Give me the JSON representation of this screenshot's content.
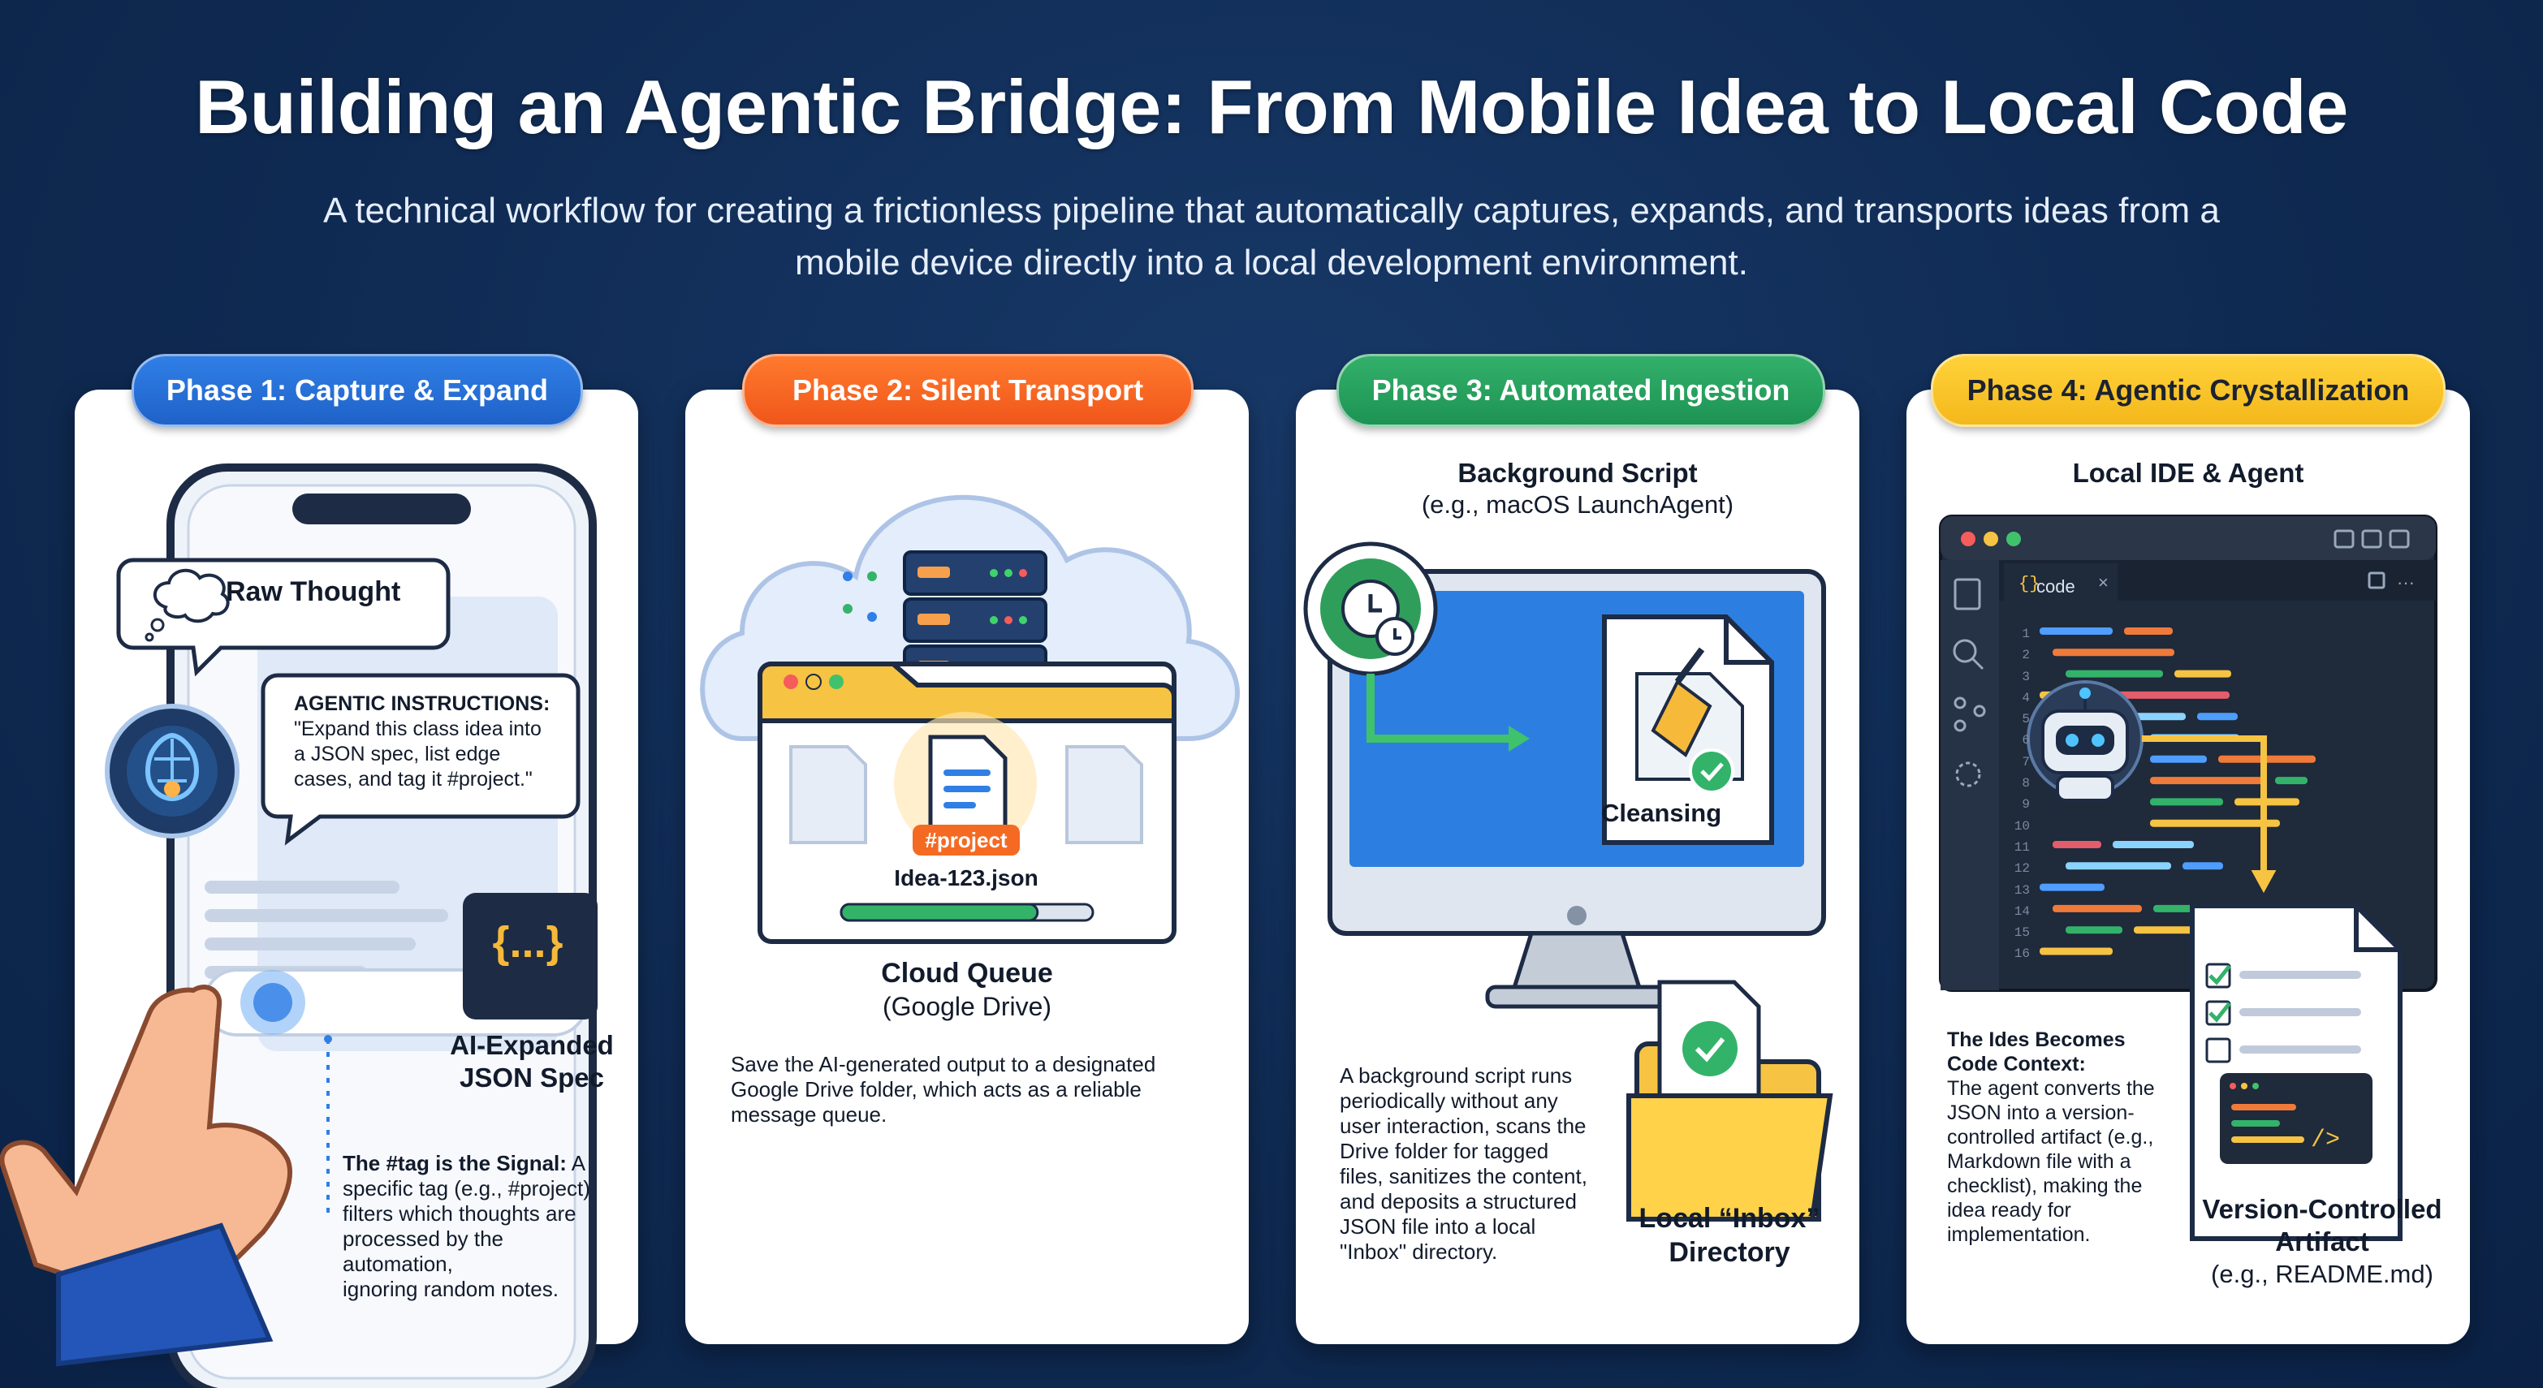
{
  "title": "Building an Agentic Bridge: From Mobile Idea to Local Code",
  "subtitle": "A technical workflow for creating a frictionless pipeline that automatically captures, expands, and transports ideas from a mobile device directly into a local development environment.",
  "phase1": {
    "label": "Phase 1: Capture & Expand",
    "raw_thought": "Raw Thought",
    "instructions_heading": "AGENTIC INSTRUCTIONS:",
    "instructions_line1": "\"Expand this class idea into",
    "instructions_line2": "a JSON spec, list edge",
    "instructions_line3": "cases, and tag it #project.\"",
    "json_icon": "{...}",
    "json_label_line1": "AI-Expanded",
    "json_label_line2": "JSON Spec",
    "tag_heading": "The #tag is the Signal:",
    "tag_line1": "A",
    "tag_line2": "specific tag (e.g., #project)",
    "tag_line3": "filters which thoughts are",
    "tag_line4": "processed by the",
    "tag_line5": "automation,",
    "tag_line6": "ignoring random notes."
  },
  "phase2": {
    "label": "Phase 2: Silent Transport",
    "tag_badge": "#project",
    "file_name": "Idea-123.json",
    "progress": 0.78,
    "queue_title": "Cloud Queue",
    "queue_sub": "(Google Drive)",
    "desc_line1": "Save the AI-generated output to a designated",
    "desc_line2": "Google Drive folder, which acts as a reliable",
    "desc_line3": "message queue."
  },
  "phase3": {
    "label": "Phase 3: Automated Ingestion",
    "script_title": "Background Script",
    "script_sub": "(e.g., macOS LaunchAgent)",
    "cleansing": "Cleansing",
    "desc_line1": "A background script runs",
    "desc_line2": "periodically without any",
    "desc_line3": "user interaction, scans the",
    "desc_line4": "Drive folder for tagged",
    "desc_line5": "files, sanitizes the content,",
    "desc_line6": "and deposits a structured",
    "desc_line7": "JSON file into a local",
    "desc_line8": "\"Inbox\" directory.",
    "inbox_line1": "Local “Inbox”",
    "inbox_line2": "Directory"
  },
  "phase4": {
    "label": "Phase 4: Agentic Crystallization",
    "ide_title": "Local IDE & Agent",
    "tab_name": "code",
    "line_numbers": [
      "1",
      "2",
      "3",
      "4",
      "5",
      "6",
      "7",
      "8",
      "9",
      "10",
      "11",
      "12",
      "13",
      "14",
      "15",
      "16"
    ],
    "desc_heading1": "The Ides Becomes",
    "desc_heading2": "Code Context:",
    "desc_line1": "The agent converts the",
    "desc_line2": "JSON into a version-",
    "desc_line3": "controlled artifact (e.g.,",
    "desc_line4": "Markdown file with a",
    "desc_line5": "checklist), making the",
    "desc_line6": "idea ready for",
    "desc_line7": "implementation.",
    "artifact_line1": "Version-Controlled",
    "artifact_line2": "Artifact",
    "artifact_line3": "(e.g., README.md)"
  },
  "colors": {
    "background": "#0f2a52",
    "phase1": "#2370d8",
    "phase2": "#f6621f",
    "phase3": "#26a05e",
    "phase4": "#f8c42a"
  }
}
